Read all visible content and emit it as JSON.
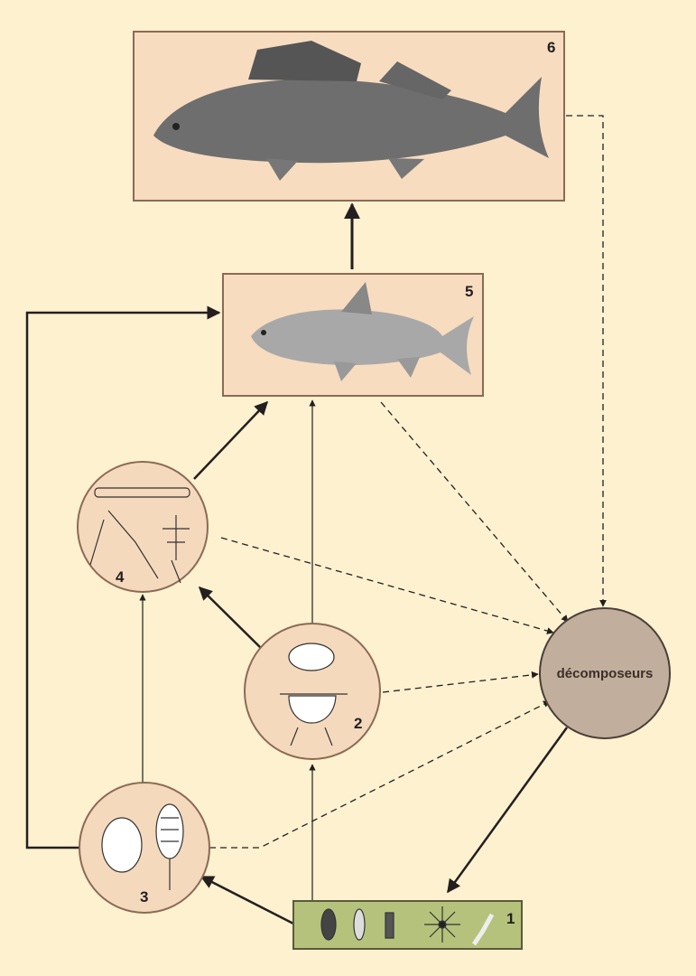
{
  "nodes": {
    "n1": {
      "label": "1",
      "kind": "phytoplankton"
    },
    "n2": {
      "label": "2",
      "kind": "zooplankton"
    },
    "n3": {
      "label": "3",
      "kind": "zooplankton-copepod"
    },
    "n4": {
      "label": "4",
      "kind": "invertebrate-larvae"
    },
    "n5": {
      "label": "5",
      "kind": "whitefish"
    },
    "n6": {
      "label": "6",
      "kind": "perch-predator"
    },
    "decomposers": {
      "label": "décomposeurs"
    }
  },
  "colors": {
    "background": "#fdf1cf",
    "box": "#f7dcc0",
    "border": "#8b6a55",
    "decomposer": "#c1ae9c",
    "producer": "#b5c27c"
  }
}
